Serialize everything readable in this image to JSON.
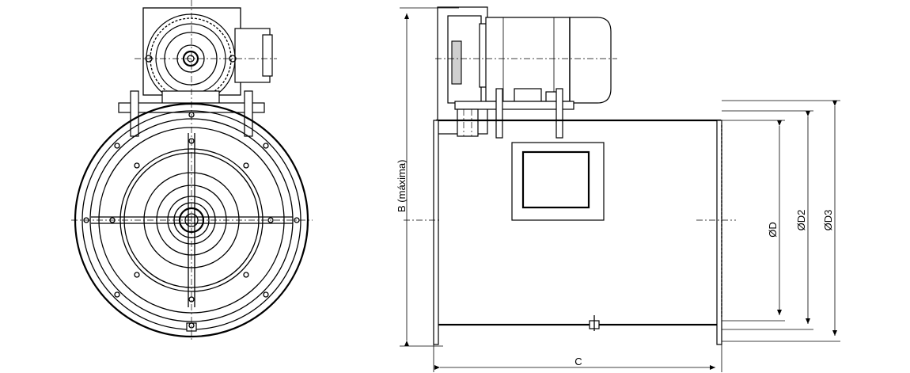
{
  "labels": {
    "height": "B (máxima)",
    "length": "C",
    "diameter_d": "ØD",
    "diameter_d2": "ØD2",
    "diameter_d3": "ØD3"
  }
}
